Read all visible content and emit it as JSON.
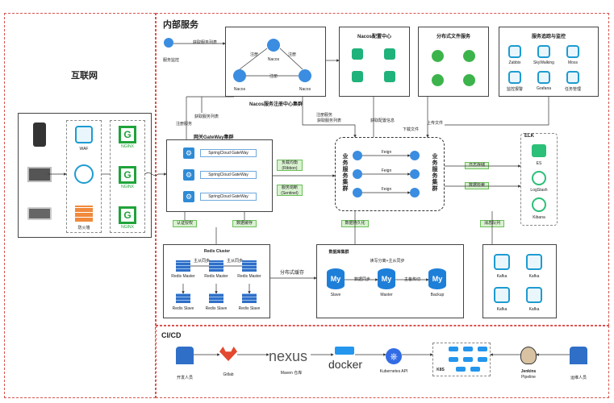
{
  "zones": {
    "internet": "互联网",
    "internal": "内部服务",
    "cicd": "CI/CD"
  },
  "internet": {
    "waf": "WAF",
    "firewall": "防火墙",
    "nginx": "NGINX"
  },
  "watch": "服务监控",
  "watch_pull": "获取服务列表",
  "nacos": {
    "title": "Nacos服务注册中心集群",
    "node": "Nacos",
    "register": "注册"
  },
  "nacos_config": {
    "title": "Nacos配置中心"
  },
  "fs": {
    "title": "分布式文件服务"
  },
  "monitor": {
    "title": "服务追踪与监控",
    "items": [
      "Zabbix",
      "SkyWalking",
      "Moss",
      "监控报警",
      "Grafana",
      "任务管理"
    ]
  },
  "gateway": {
    "title": "网关GateWay集群",
    "items": [
      "SpringCloud GateWay",
      "SpringCloud GateWay",
      "SpringCloud GateWay"
    ],
    "register_label": "注册服务",
    "list_label": "获取服务列表"
  },
  "lb": {
    "ribbon": "负载均衡",
    "ribbon_sub": "(Ribbon)",
    "sentinel": "服务熔断",
    "sentinel_sub": "(Sentinel)"
  },
  "cluster": {
    "left": "业务服务集群",
    "right": "业务服务集群",
    "feign": "Feign",
    "reg": "注册服务",
    "list": "获取服务列表",
    "cfg": "获取配置信息",
    "download": "下载文件",
    "upload": "上传文件"
  },
  "elk": {
    "title": "ELK",
    "items": [
      "ES",
      "LogStash",
      "Kibana"
    ]
  },
  "logs": "日志存储",
  "search": "数据检索",
  "auth": "认证授权",
  "cache": "数据缓存",
  "persist": "数据持久化",
  "mq": "消息队列",
  "redis": {
    "title": "Redis Cluster",
    "masters": [
      "Redis Master",
      "Redis Master",
      "Redis Master"
    ],
    "slaves": [
      "Redis Slave",
      "Redis Slave",
      "Redis Slave"
    ],
    "sync": "主从同步",
    "dist_cache": "分布式缓存"
  },
  "mysql": {
    "title": "数据库集群",
    "rw": "读写分离+主从同步",
    "slave": "Slave",
    "master": "Master",
    "backup": "Backup",
    "sync": "数据同步",
    "hot": "主备热切"
  },
  "kafka": {
    "items": [
      "Kafka",
      "Kafka",
      "Kafka",
      "Kafka"
    ]
  },
  "ci": {
    "dev": "开发人员",
    "gitlab": "Gitlab",
    "nexus": "nexus",
    "maven": "Maven 仓库",
    "docker": "docker",
    "k8s_api": "Kubernetes API",
    "k8s": "K8S",
    "jenkins": "Jenkins",
    "pipeline": "Pipeline",
    "ops": "运维人员"
  }
}
